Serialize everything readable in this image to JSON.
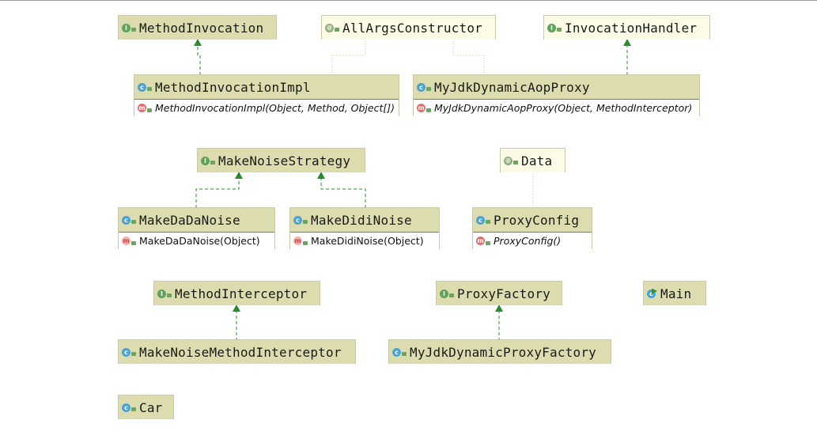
{
  "nodes": {
    "method_invocation": {
      "name": "MethodInvocation",
      "kind": "interface"
    },
    "all_args_constructor": {
      "name": "AllArgsConstructor",
      "kind": "annotation"
    },
    "invocation_handler": {
      "name": "InvocationHandler",
      "kind": "interface"
    },
    "method_invocation_impl": {
      "name": "MethodInvocationImpl",
      "kind": "class",
      "member": "MethodInvocationImpl(Object, Method, Object[])"
    },
    "my_jdk_dynamic_aop_proxy": {
      "name": "MyJdkDynamicAopProxy",
      "kind": "class",
      "member": "MyJdkDynamicAopProxy(Object, MethodInterceptor)"
    },
    "make_noise_strategy": {
      "name": "MakeNoiseStrategy",
      "kind": "interface"
    },
    "data": {
      "name": "Data",
      "kind": "annotation"
    },
    "make_dada_noise": {
      "name": "MakeDaDaNoise",
      "kind": "class",
      "member": "MakeDaDaNoise(Object)"
    },
    "make_didi_noise": {
      "name": "MakeDidiNoise",
      "kind": "class",
      "member": "MakeDidiNoise(Object)"
    },
    "proxy_config": {
      "name": "ProxyConfig",
      "kind": "class",
      "member": "ProxyConfig()"
    },
    "method_interceptor": {
      "name": "MethodInterceptor",
      "kind": "interface"
    },
    "proxy_factory": {
      "name": "ProxyFactory",
      "kind": "interface"
    },
    "main": {
      "name": "Main",
      "kind": "class"
    },
    "make_noise_method_interceptor": {
      "name": "MakeNoiseMethodInterceptor",
      "kind": "class"
    },
    "my_jdk_dynamic_proxy_factory": {
      "name": "MyJdkDynamicProxyFactory",
      "kind": "class"
    },
    "car": {
      "name": "Car",
      "kind": "class"
    }
  },
  "colors": {
    "implements_arrow": "#2b8a2b",
    "annotation_link": "#c9c98f",
    "class_header": "#dcdcae",
    "border": "#c9c9a8"
  },
  "icons": {
    "interface": "interface-icon",
    "class": "class-icon",
    "annotation": "annotation-icon",
    "method": "method-icon",
    "runnable": "runnable-class-icon"
  }
}
